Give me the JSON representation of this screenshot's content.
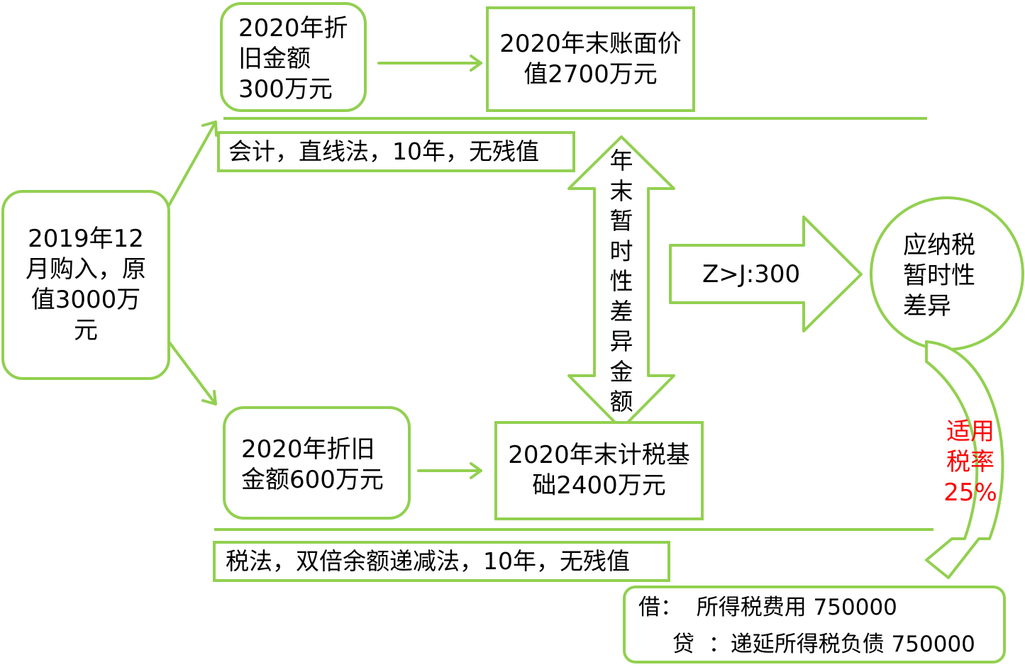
{
  "colors": {
    "accent": "#92d050",
    "highlight_text": "#ff0000"
  },
  "start": {
    "text": "2019年12\n月购入，原\n值3000万\n元"
  },
  "accounting": {
    "depreciation": "2020年折\n旧金额\n300万元",
    "book_value": "2020年末账面价\n值2700万元",
    "method": "会计，直线法，10年，无残值"
  },
  "tax": {
    "depreciation": "2020年折旧\n金额600万元",
    "tax_base": "2020年末计税基\n础2400万元",
    "method": "税法，双倍余额递减法，10年，无残值"
  },
  "difference": {
    "vertical_label": "年末暂时性差异金额",
    "comparison": "Z>J:300",
    "type": "应纳税\n暂时性\n差异",
    "rate_label": "适用\n税率\n25%"
  },
  "journal": {
    "debit": "借：  所得税费用 750000",
    "credit": "贷  ：递延所得税负债 750000"
  }
}
